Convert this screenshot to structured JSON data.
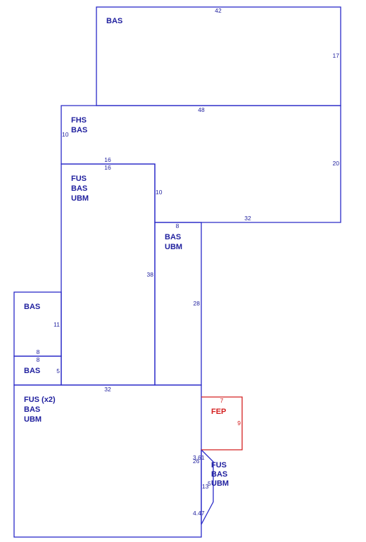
{
  "colors": {
    "outline": "#2a2ac8",
    "text": "#1f1f9e",
    "porch": "#d42020",
    "background": "#ffffff"
  },
  "areas": {
    "top_bas": {
      "codes": [
        "BAS"
      ],
      "dims": {
        "top": "42",
        "right": "17"
      }
    },
    "fhs": {
      "codes": [
        "FHS",
        "BAS"
      ],
      "dims": {
        "top": "48",
        "left": "10",
        "right": "20",
        "step": "10",
        "bottom": "32"
      }
    },
    "fus": {
      "codes": [
        "FUS",
        "BAS",
        "UBM"
      ],
      "dims": {
        "top_outer": "16",
        "top_inner": "16",
        "right": "38"
      }
    },
    "bas_ubm": {
      "codes": [
        "BAS",
        "UBM"
      ],
      "dims": {
        "top": "8",
        "right": "28"
      }
    },
    "bas_11": {
      "codes": [
        "BAS"
      ],
      "dims": {
        "right": "11",
        "bottom": "8"
      }
    },
    "bas_5": {
      "codes": [
        "BAS"
      ],
      "dims": {
        "top": "8",
        "right": "5"
      }
    },
    "fus_x2": {
      "codes": [
        "FUS (x2)",
        "BAS",
        "UBM"
      ],
      "dims": {
        "top": "32",
        "right_a": "3.61",
        "right_b": "26",
        "right_c": "4.47"
      }
    },
    "fep": {
      "codes": [
        "FEP"
      ],
      "dims": {
        "top": "7",
        "right": "9"
      }
    },
    "bay": {
      "codes": [
        "FUS",
        "BAS",
        "UBM"
      ],
      "dims": {
        "side": "13",
        "inner": "5"
      }
    }
  }
}
